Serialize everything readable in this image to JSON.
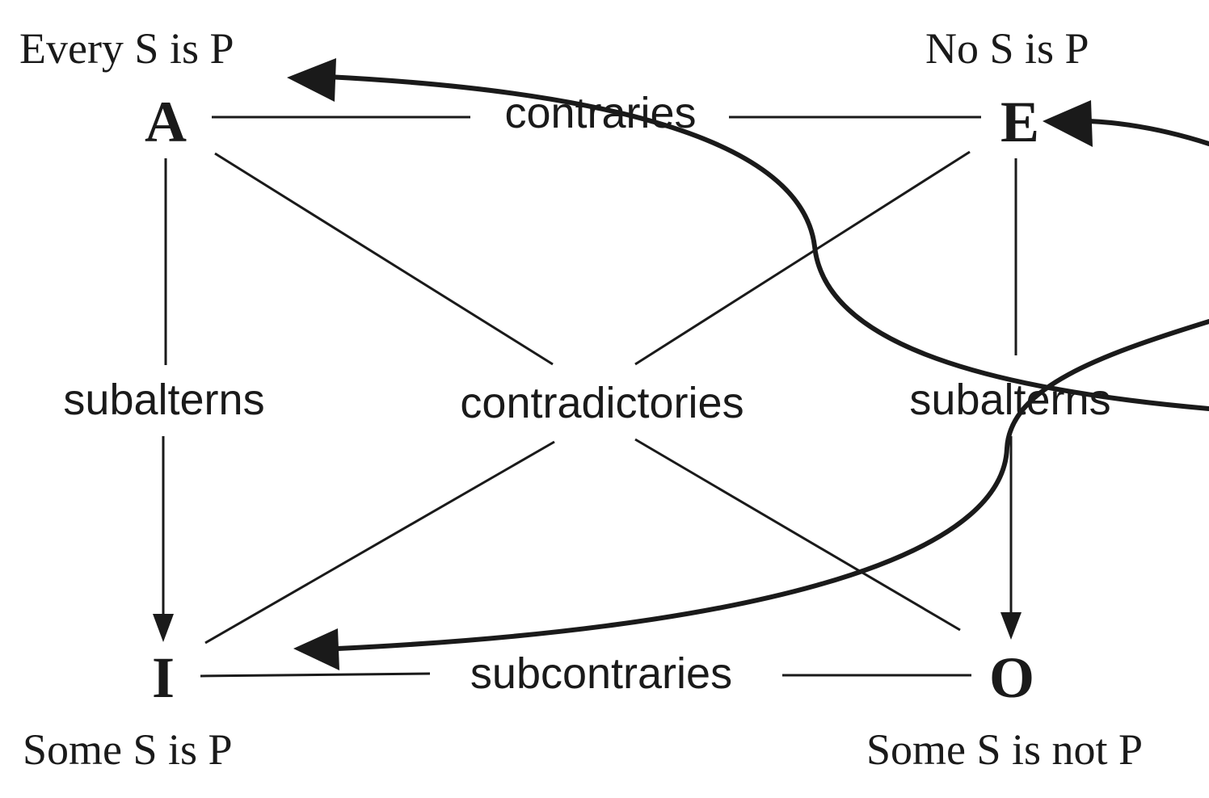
{
  "corners": {
    "A": {
      "letter": "A",
      "proposition": "Every S is P"
    },
    "E": {
      "letter": "E",
      "proposition": "No S is P"
    },
    "I": {
      "letter": "I",
      "proposition": "Some S is P"
    },
    "O": {
      "letter": "O",
      "proposition": "Some S is not P"
    }
  },
  "relations": {
    "top": "contraries",
    "bottom": "subcontraries",
    "left": "subalterns",
    "right": "subalterns",
    "diagonal": "contradictories"
  }
}
